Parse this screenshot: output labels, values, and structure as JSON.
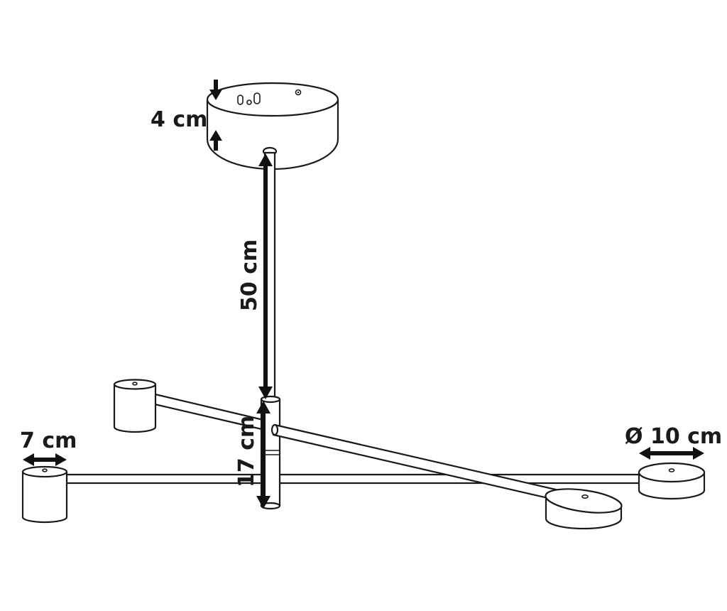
{
  "dimensions": {
    "canopy_height": "4 cm",
    "rod_length": "50 cm",
    "hub_height": "17 cm",
    "small_shade_width": "7 cm",
    "large_shade_diameter": "Ø 10 cm"
  }
}
